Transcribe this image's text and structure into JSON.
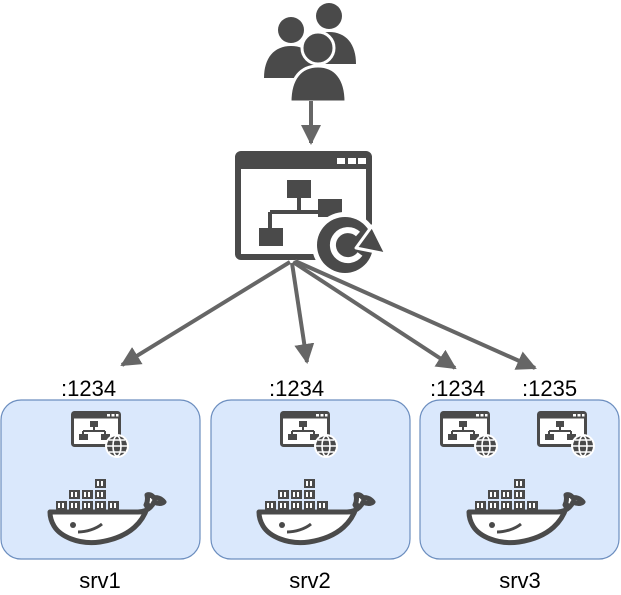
{
  "colors": {
    "icon": "#4a4a4a",
    "arrow": "#666666",
    "server_fill": "#dae8fc",
    "server_stroke": "#6c8ebf",
    "text": "#000000"
  },
  "icons": {
    "users": "users-group-icon",
    "load_balancer": "load-balancer-icon",
    "service": "web-service-icon",
    "container": "docker-whale-icon"
  },
  "servers": [
    {
      "label": "srv1",
      "ports": [
        ":1234"
      ]
    },
    {
      "label": "srv2",
      "ports": [
        ":1234"
      ]
    },
    {
      "label": "srv3",
      "ports": [
        ":1234",
        ":1235"
      ]
    }
  ]
}
